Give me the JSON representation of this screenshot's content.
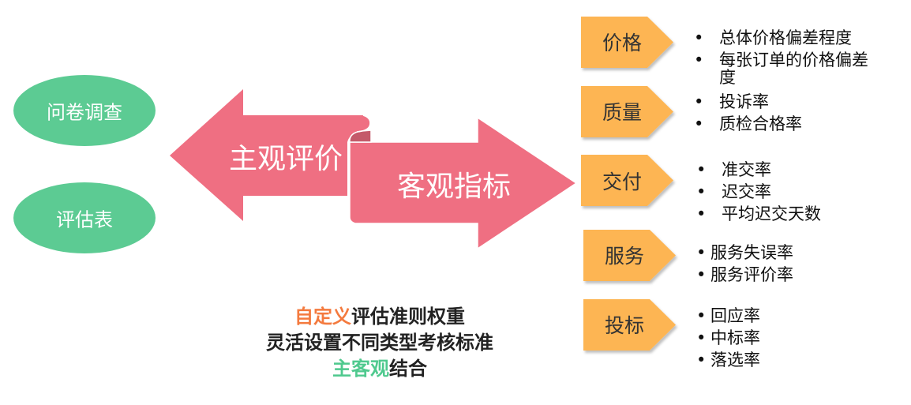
{
  "colors": {
    "arrow": "#ef6f82",
    "arrow_fold": "#c45a6a",
    "chevron": "#fdb552",
    "oval": "#5ccb93",
    "highlight_orange": "#f47a3e",
    "highlight_green": "#4fc98e"
  },
  "ovals": [
    {
      "label": "问卷调查"
    },
    {
      "label": "评估表"
    }
  ],
  "arrows": {
    "left_label": "主观评价",
    "right_label": "客观指标"
  },
  "categories": [
    {
      "label": "价格",
      "items": [
        "总体价格偏差程度",
        "每张订单的价格偏差",
        "度"
      ]
    },
    {
      "label": "质量",
      "items": [
        "投诉率",
        "质检合格率"
      ]
    },
    {
      "label": "交付",
      "items": [
        "准交率",
        "迟交率",
        "平均迟交天数"
      ]
    },
    {
      "label": "服务",
      "items": [
        "服务失误率",
        "服务评价率"
      ]
    },
    {
      "label": "投标",
      "items": [
        "回应率",
        "中标率",
        "落选率"
      ]
    }
  ],
  "bullet": "•",
  "caption": {
    "line1_highlight": "自定义",
    "line1_rest": "评估准则权重",
    "line2": "灵活设置不同类型考核标准",
    "line3_highlight": "主客观",
    "line3_rest": "结合"
  }
}
